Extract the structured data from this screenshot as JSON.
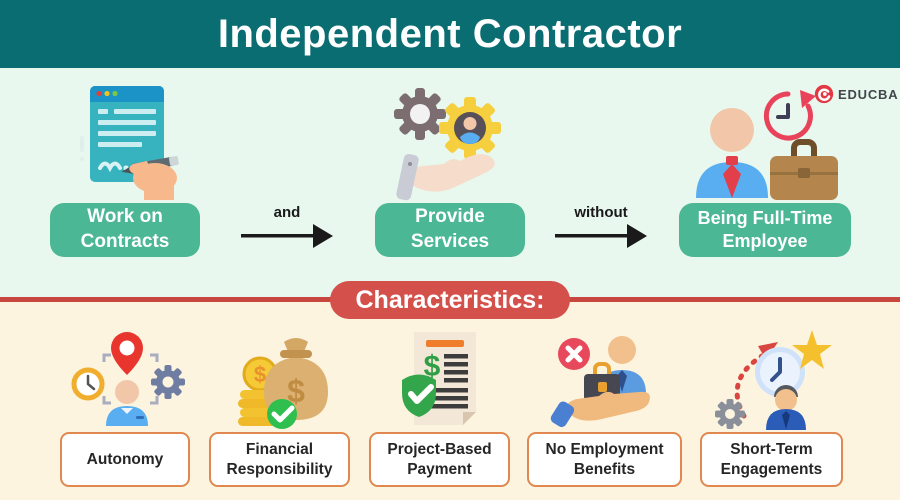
{
  "header": {
    "title": "Independent Contractor"
  },
  "brand": {
    "name": "EDUCBA",
    "logo_icon": "educba-swirl-e-icon",
    "logo_color": "#e23744"
  },
  "flow": {
    "steps": [
      {
        "label": "Work on Contracts",
        "icon": "contract-signing-icon"
      },
      {
        "label": "Provide Services",
        "icon": "hand-holding-gears-icon"
      },
      {
        "label": "Being Full-Time Employee",
        "icon": "employee-briefcase-clock-icon"
      }
    ],
    "connectors": [
      {
        "label": "and",
        "icon": "arrow-right-icon"
      },
      {
        "label": "without",
        "icon": "arrow-right-icon"
      }
    ]
  },
  "characteristics": {
    "heading": "Characteristics:",
    "items": [
      {
        "label": "Autonomy",
        "icon": "autonomy-person-pin-clock-gear-icon"
      },
      {
        "label": "Financial Responsibility",
        "icon": "money-bag-coins-check-icon"
      },
      {
        "label": "Project-Based Payment",
        "icon": "invoice-shield-check-icon"
      },
      {
        "label": "No Employment Benefits",
        "icon": "hand-holding-employee-cross-icon"
      },
      {
        "label": "Short-Term Engagements",
        "icon": "clock-star-dotted-arrow-icon"
      }
    ]
  },
  "colors": {
    "header_bg": "#0a6d72",
    "flow_bg": "#e9f8ee",
    "button_green": "#4cb794",
    "banner_red": "#d4504b",
    "divider_red": "#c7473f",
    "characteristics_bg": "#fcf4df",
    "label_border_orange": "#e0884f",
    "arrow_black": "#1a1a1a"
  }
}
